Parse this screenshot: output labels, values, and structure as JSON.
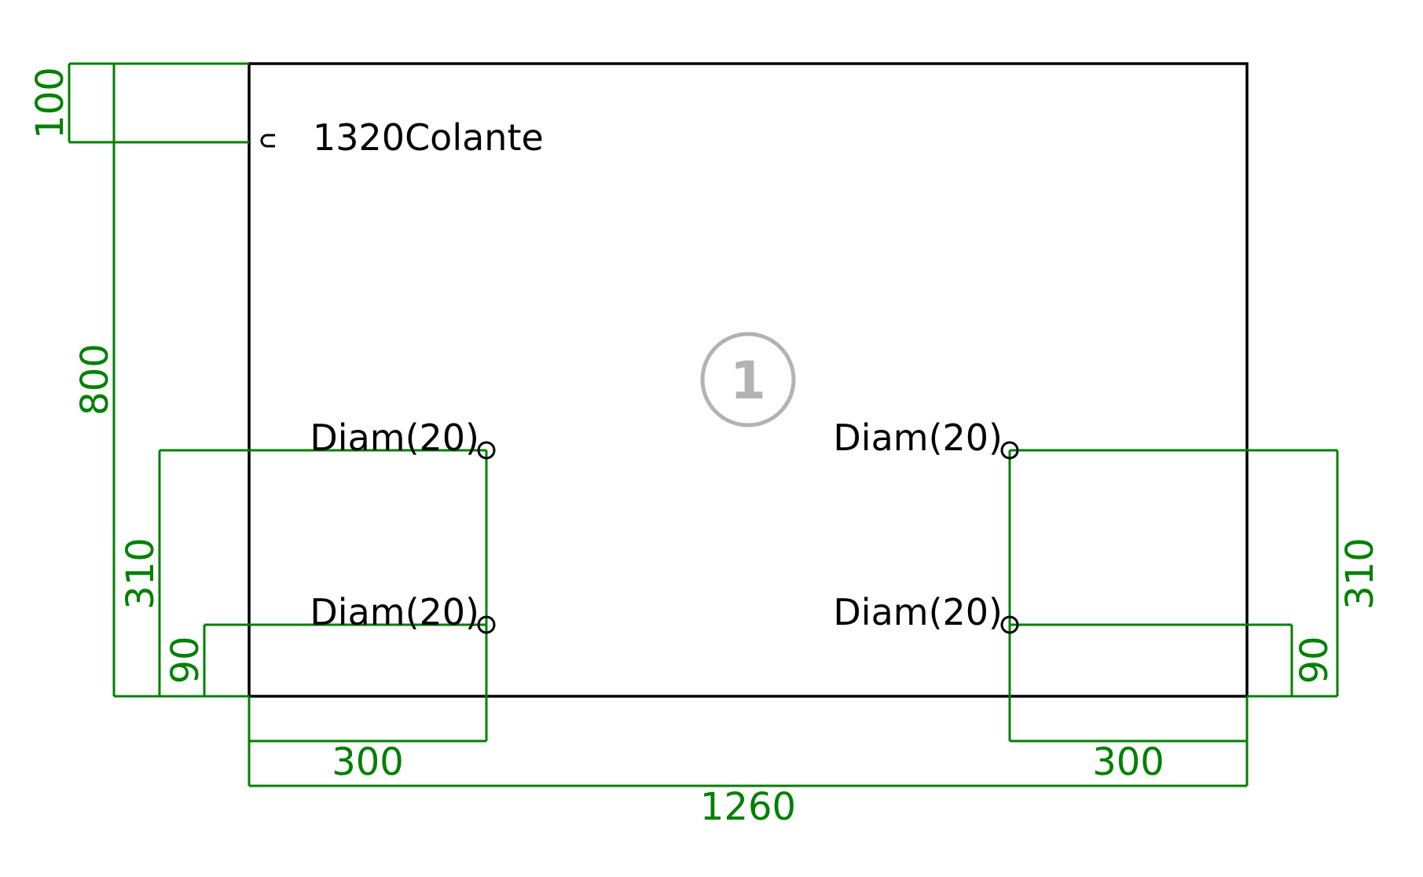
{
  "colors": {
    "dimension": "#008000",
    "outline": "#000000",
    "badge": "#b3b3b3"
  },
  "panel": {
    "badge_number": "1",
    "edge_label": "1320Colante",
    "edge_icon": "edge-band-icon"
  },
  "holes": [
    {
      "label": "Diam(20)"
    },
    {
      "label": "Diam(20)"
    },
    {
      "label": "Diam(20)"
    },
    {
      "label": "Diam(20)"
    }
  ],
  "dimensions": {
    "height_total": "800",
    "edge_offset": "100",
    "left_hole_upper": "310",
    "left_hole_lower": "90",
    "right_hole_upper": "310",
    "right_hole_lower": "90",
    "left_hole_x": "300",
    "right_hole_x": "300",
    "width_total": "1260"
  }
}
